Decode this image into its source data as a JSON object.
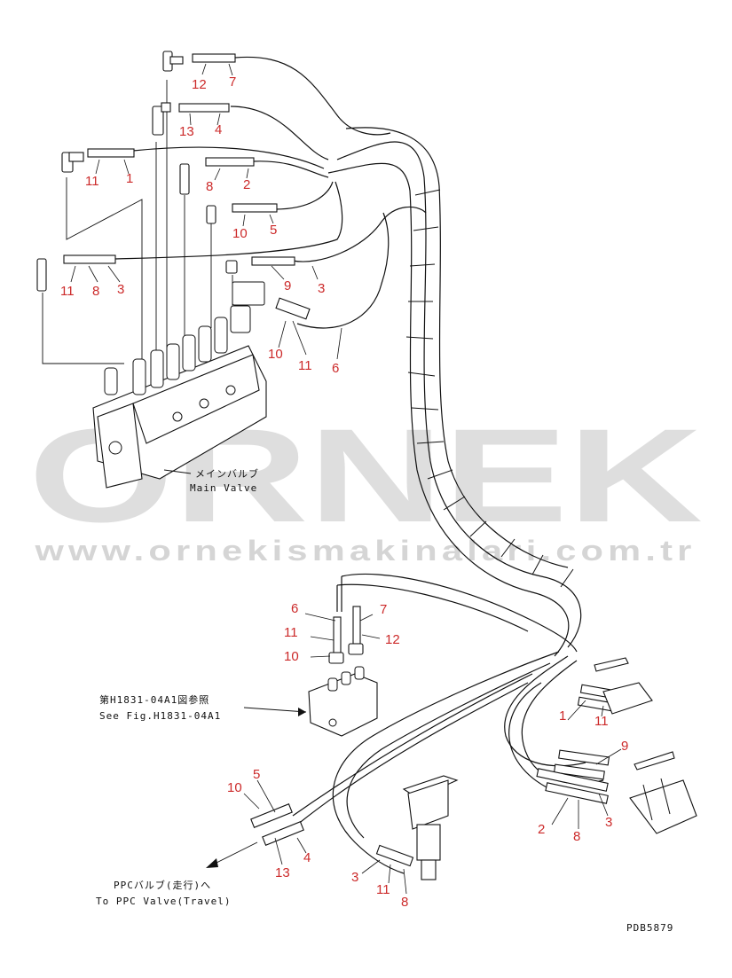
{
  "drawing_id": "PDB5879",
  "watermark": {
    "brand": "ORNEK",
    "url": "www.ornekismakinalari.com.tr"
  },
  "labels": {
    "main_valve_jp": "メインバルブ",
    "main_valve_en": "Main Valve",
    "see_fig_jp": "第H1831-04A1図参照",
    "see_fig_en": "See Fig.H1831-04A1",
    "ppc_valve_jp": "PPCバルブ(走行)へ",
    "ppc_valve_en": "To PPC Valve(Travel)"
  },
  "callouts": {
    "c1": "12",
    "c2": "7",
    "c3": "13",
    "c4": "4",
    "c5": "11",
    "c6": "1",
    "c7": "8",
    "c8": "2",
    "c9": "10",
    "c10": "5",
    "c11": "11",
    "c12": "8",
    "c13": "3",
    "c14": "9",
    "c15": "3",
    "c16": "10",
    "c17": "11",
    "c18": "6",
    "c19": "6",
    "c20": "7",
    "c21": "11",
    "c22": "12",
    "c23": "10",
    "c24": "1",
    "c25": "11",
    "c26": "9",
    "c27": "2",
    "c28": "8",
    "c29": "3",
    "c30": "10",
    "c31": "5",
    "c32": "13",
    "c33": "4",
    "c34": "3",
    "c35": "11",
    "c36": "8"
  },
  "colors": {
    "callout": "#cc2a2a",
    "line": "#111111",
    "watermark": "#c9c9c9"
  }
}
